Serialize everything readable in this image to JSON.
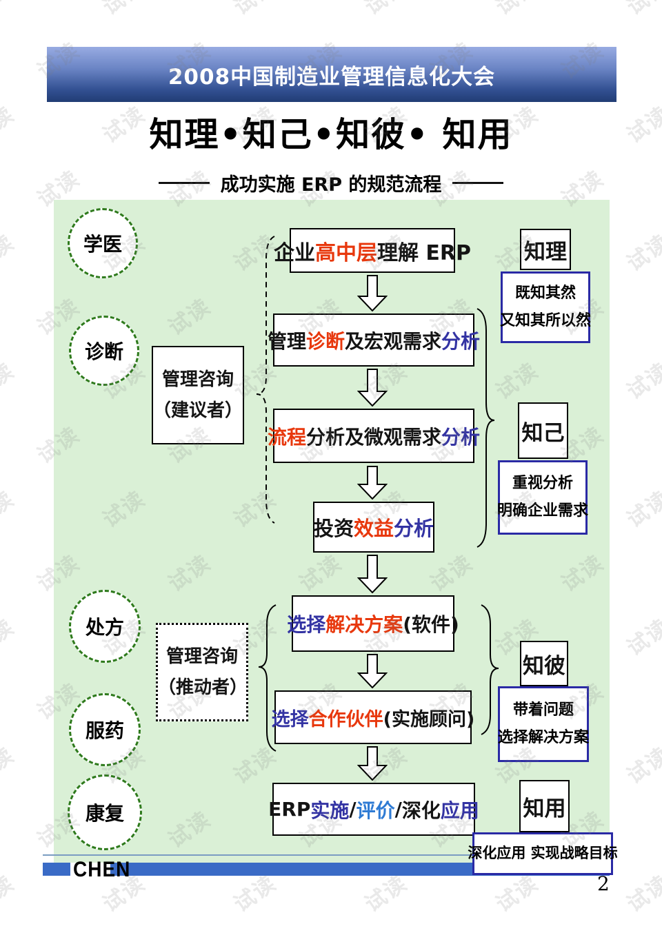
{
  "watermark": {
    "text": "试读"
  },
  "colors": {
    "black": "#141414",
    "red": "#e8380d",
    "navy": "#3333a3",
    "blue": "#2f7bd4"
  },
  "header": {
    "banner": "2008中国制造业管理信息化大会"
  },
  "title": {
    "main": "知理•知己•知彼• 知用",
    "subtitle": "成功实施 ERP 的规范流程"
  },
  "stages": [
    {
      "label": "学医"
    },
    {
      "label": "诊断"
    },
    {
      "label": "处方"
    },
    {
      "label": "服药"
    },
    {
      "label": "康复"
    }
  ],
  "consultants": [
    {
      "line1": "管理咨询",
      "line2": "（建议者）"
    },
    {
      "line1": "管理咨询",
      "line2": "（推动者）"
    }
  ],
  "flow_boxes": [
    {
      "segments": [
        {
          "text": "企业",
          "color": "black"
        },
        {
          "text": "高中层",
          "color": "red"
        },
        {
          "text": "理解 ERP",
          "color": "black"
        }
      ]
    },
    {
      "segments": [
        {
          "text": "管理",
          "color": "black"
        },
        {
          "text": "诊断",
          "color": "red"
        },
        {
          "text": "及宏观需求",
          "color": "black"
        },
        {
          "text": "分析",
          "color": "navy"
        }
      ]
    },
    {
      "segments": [
        {
          "text": "流程",
          "color": "red"
        },
        {
          "text": "分析及微观需求",
          "color": "black"
        },
        {
          "text": "分析",
          "color": "navy"
        }
      ]
    },
    {
      "segments": [
        {
          "text": "投资",
          "color": "black"
        },
        {
          "text": "效益",
          "color": "red"
        },
        {
          "text": "分析",
          "color": "navy"
        }
      ]
    },
    {
      "segments": [
        {
          "text": "选择",
          "color": "navy"
        },
        {
          "text": "解决方案",
          "color": "red"
        },
        {
          "text": "(软件)",
          "color": "black"
        }
      ]
    },
    {
      "segments": [
        {
          "text": "选择",
          "color": "navy"
        },
        {
          "text": "合作伙伴",
          "color": "red"
        },
        {
          "text": "(实施顾问)",
          "color": "black"
        }
      ]
    },
    {
      "segments": [
        {
          "text": "ERP ",
          "color": "black"
        },
        {
          "text": "实施",
          "color": "navy"
        },
        {
          "text": "/",
          "color": "black"
        },
        {
          "text": "评价",
          "color": "blue"
        },
        {
          "text": "/",
          "color": "black"
        },
        {
          "text": "深化",
          "color": "black"
        },
        {
          "text": "应用",
          "color": "navy"
        }
      ]
    }
  ],
  "knows": [
    {
      "label": "知理",
      "note_lines": [
        "既知其然",
        "又知其所以然"
      ]
    },
    {
      "label": "知己",
      "note_lines": [
        "重视分析",
        "明确企业需求"
      ]
    },
    {
      "label": "知彼",
      "note_lines": [
        "带着问题",
        "选择解决方案"
      ]
    },
    {
      "label": "知用",
      "note_lines": [
        "深化应用 实现战略目标"
      ]
    }
  ],
  "footer": {
    "logo": "CHEN",
    "page_number": "2"
  }
}
